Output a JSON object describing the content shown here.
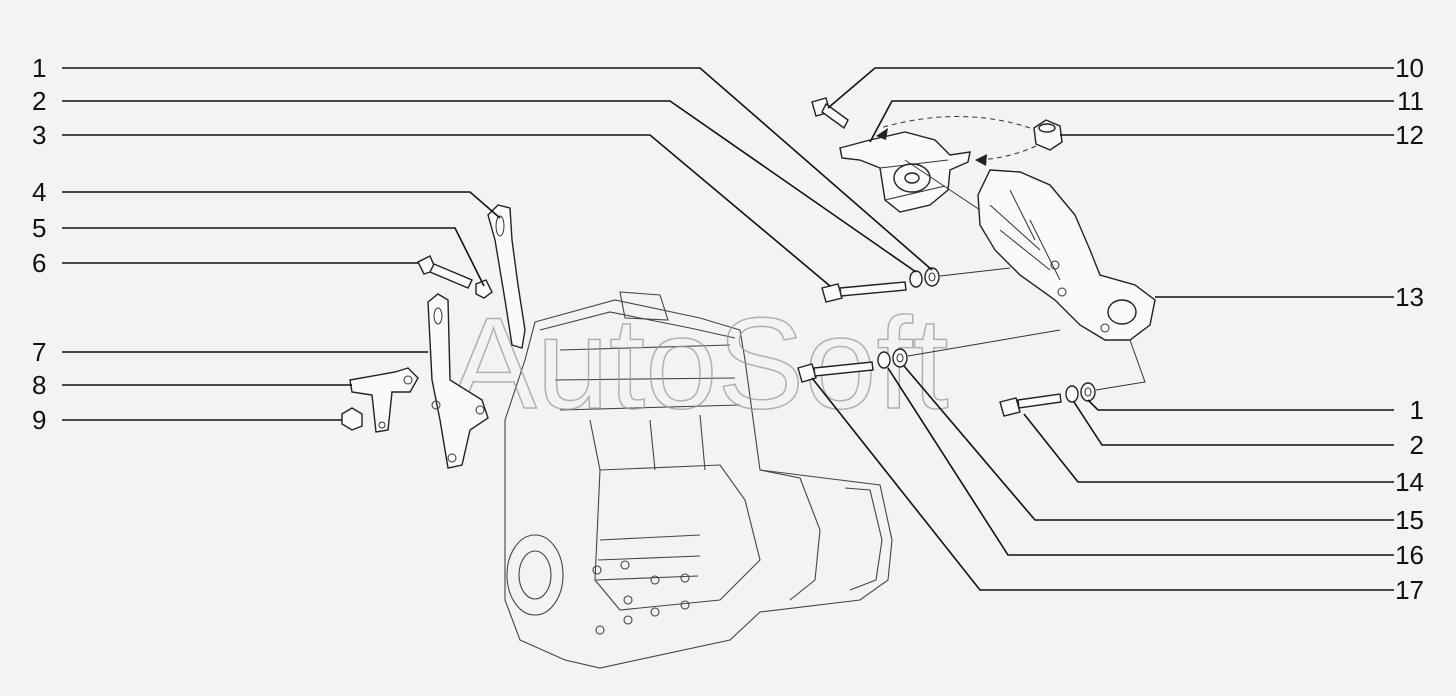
{
  "watermark": "AutoSoft",
  "callouts_left": [
    "1",
    "2",
    "3",
    "4",
    "5",
    "6",
    "7",
    "8",
    "9"
  ],
  "callouts_right": [
    "10",
    "11",
    "12",
    "13",
    "1",
    "2",
    "14",
    "15",
    "16",
    "17"
  ]
}
